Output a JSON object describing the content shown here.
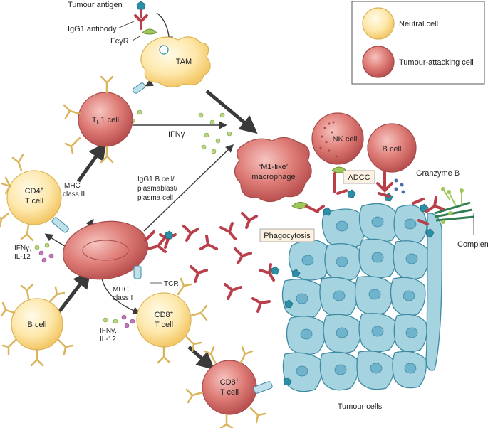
{
  "legend": {
    "neutral": "Neutral cell",
    "attacking": "Tumour-attacking cell"
  },
  "labels": {
    "tumour_antigen": "Tumour antigen",
    "igg1_antibody": "IgG1 antibody",
    "fcgr": "FcγR",
    "tam": "TAM",
    "th1": "T",
    "th1_sub": "H",
    "th1_rest": "1 cell",
    "ifng_top": "IFNγ",
    "m1_line1": "‘M1-like’",
    "m1_line2": "macrophage",
    "nk": "NK cell",
    "bcell_top": "B cell",
    "adcc": "ADCC",
    "granzyme": "Granzyme B",
    "complement": "Complement",
    "phagocytosis": "Phagocytosis",
    "cd4_line1": "CD4",
    "cd4_sup": "+",
    "cd4_line2": "T cell",
    "mhc2_line1": "MHC",
    "mhc2_line2": "class II",
    "ifng_left1": "IFNγ,",
    "ifng_left2": "IL-12",
    "plasma_line1": "IgG1 B cell/",
    "plasma_line2": "plasmablast/",
    "plasma_line3": "plasma cell",
    "tcr": "TCR",
    "mhc1_line1": "MHC",
    "mhc1_line2": "class I",
    "ifng_low1": "IFNγ,",
    "ifng_low2": "IL-12",
    "cd8a_line1": "CD8",
    "cd8a_sup": "+",
    "cd8a_line2": "T cell",
    "bcell_low": "B cell",
    "cd8b_line1": "CD8",
    "cd8b_sup": "+",
    "cd8b_line2": "T cell",
    "tumour_cells": "Tumour cells"
  },
  "colors": {
    "neutral": "#fbe0a0",
    "attacking": "#d9706e",
    "tumour": "#a6d3e0",
    "antigen": "#2b8fa8",
    "antibody": "#b9404a",
    "receptor": "#9ec85a"
  }
}
